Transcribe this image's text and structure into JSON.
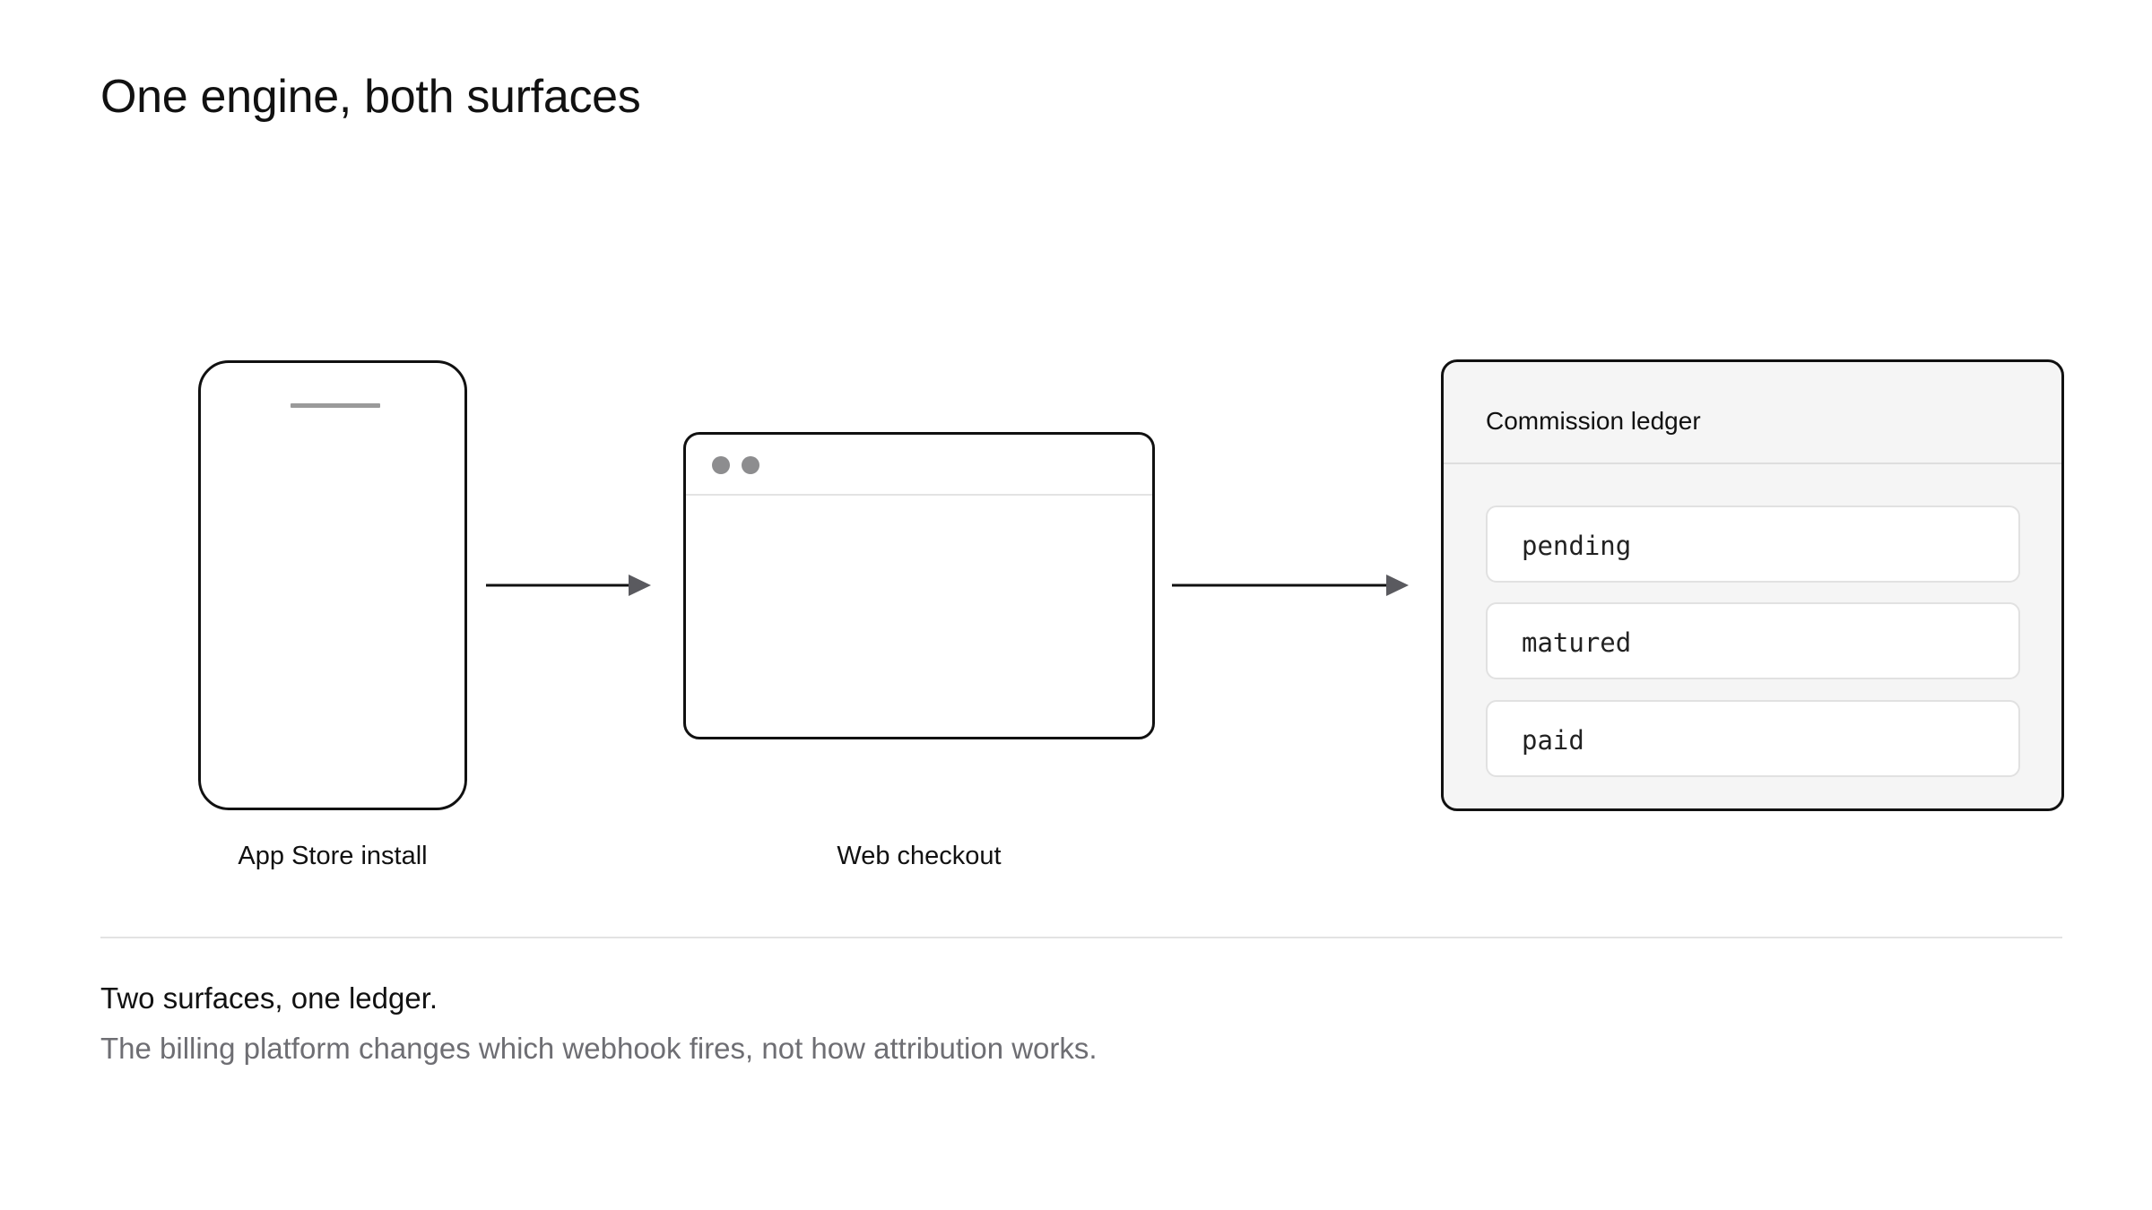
{
  "title": "One engine, both surfaces",
  "nodes": {
    "app_store": {
      "caption": "App Store install"
    },
    "web_checkout": {
      "caption": "Web checkout"
    },
    "ledger": {
      "title": "Commission ledger",
      "states": [
        "pending",
        "matured",
        "paid"
      ]
    }
  },
  "footer": {
    "heading": "Two surfaces, one ledger.",
    "body": "The billing platform changes which webhook fires, not how attribution works."
  },
  "colors": {
    "ink": "#111111",
    "muted_text": "#6e6e73",
    "arrow": "#111111",
    "arrowhead": "#5a5a5f",
    "ledger_bg": "#f5f5f5",
    "divider": "#e3e3e3",
    "indicator_gray": "#8d8d8f"
  }
}
